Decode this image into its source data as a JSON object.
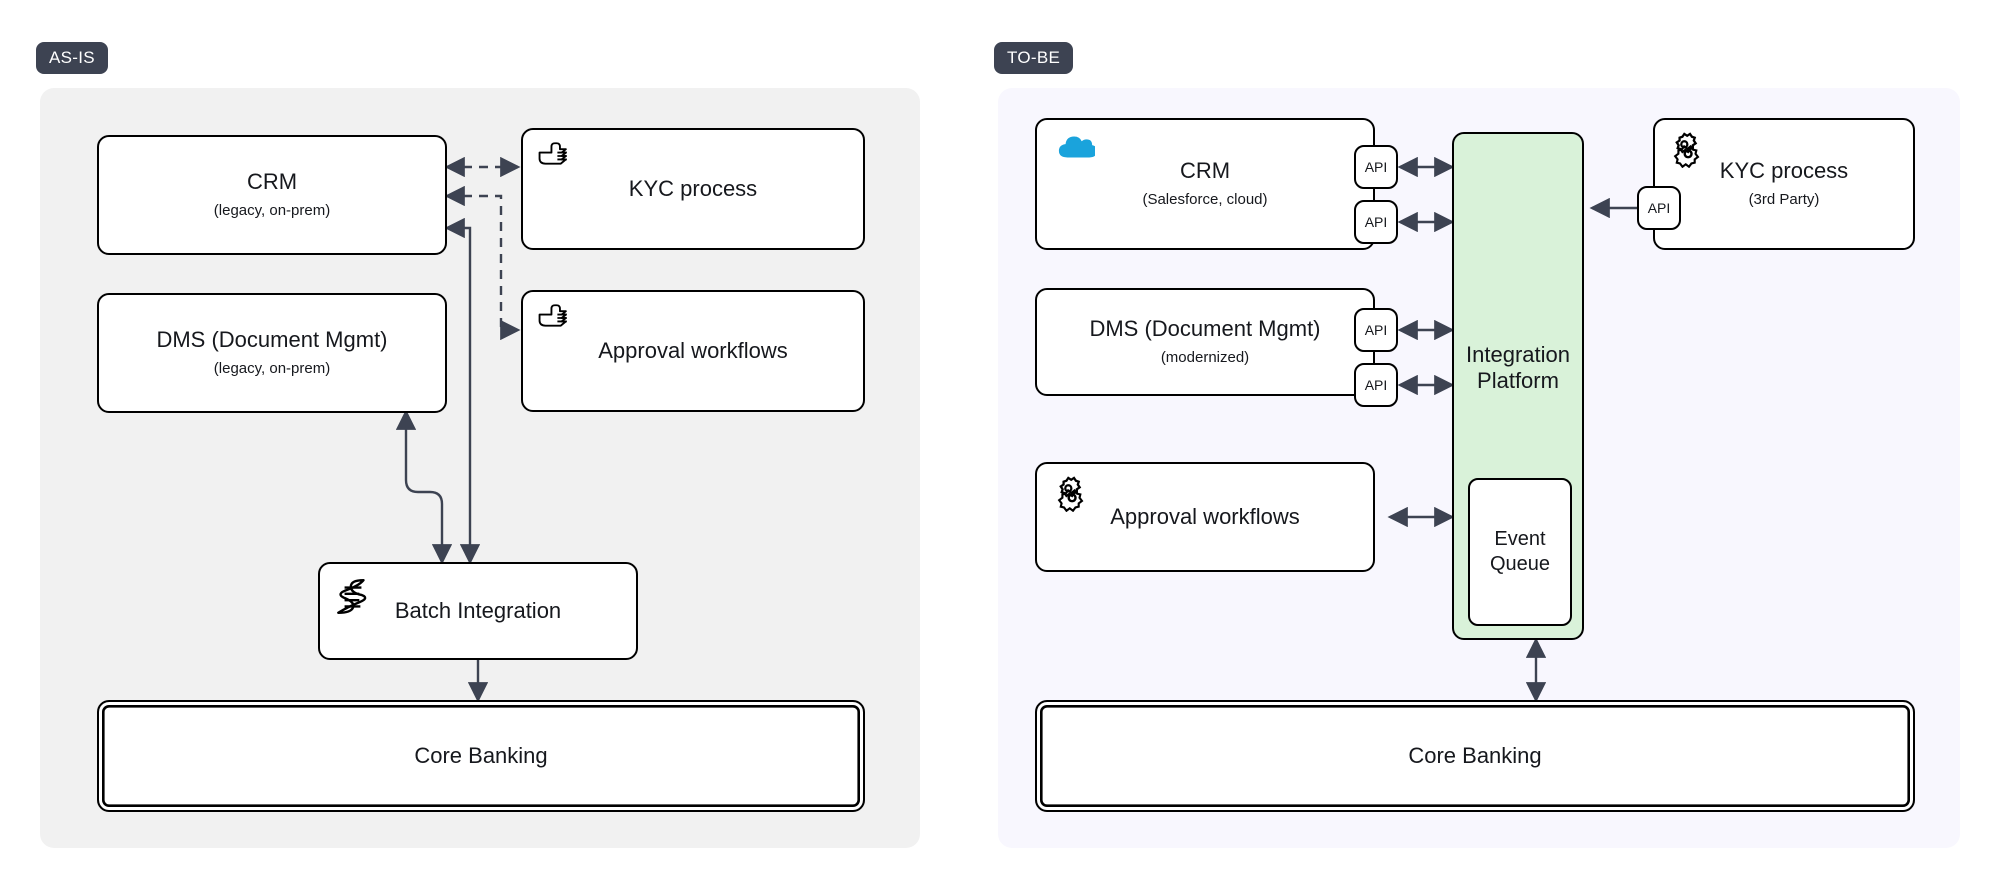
{
  "panels": {
    "asis": {
      "tag": "AS-IS",
      "accent": "#f1f1f1",
      "nodes": {
        "crm": {
          "title": "CRM",
          "sub": "(legacy, on-prem)"
        },
        "dms": {
          "title": "DMS (Document Mgmt)",
          "sub": "(legacy, on-prem)"
        },
        "kyc": {
          "title": "KYC process",
          "sub": "",
          "icon": "pointing-hand-icon"
        },
        "approval": {
          "title": "Approval workflows",
          "sub": "",
          "icon": "pointing-hand-icon"
        },
        "batch": {
          "title": "Batch Integration",
          "sub": "",
          "icon": "batch-script-icon"
        },
        "core": {
          "title": "Core Banking",
          "sub": ""
        }
      }
    },
    "tobe": {
      "tag": "TO-BE",
      "accent": "#f8f7fe",
      "platform_fill": "#d9f2d9",
      "cloud_color": "#1aa3dc",
      "nodes": {
        "crm": {
          "title": "CRM",
          "sub": "(Salesforce, cloud)",
          "icon": "cloud-icon"
        },
        "dms": {
          "title": "DMS (Document Mgmt)",
          "sub": "(modernized)"
        },
        "approval": {
          "title": "Approval workflows",
          "sub": "",
          "icon": "gears-icon"
        },
        "kyc": {
          "title": "KYC process",
          "sub": "(3rd Party)",
          "icon": "gears-icon"
        },
        "platform": {
          "title": "Integration Platform"
        },
        "queue": {
          "title": "Event Queue"
        },
        "core": {
          "title": "Core Banking",
          "sub": ""
        }
      },
      "api_label": "API",
      "api_badges": 5
    }
  },
  "connector_color": "#3d4352"
}
